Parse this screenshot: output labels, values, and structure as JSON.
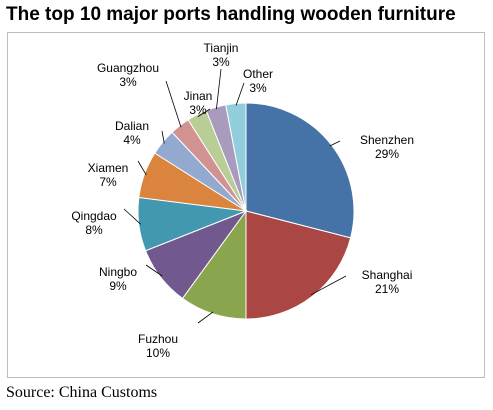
{
  "chart_data": {
    "type": "pie",
    "title": "The top 10 major ports handling wooden furniture",
    "unit": "%",
    "slices": [
      {
        "label": "Shenzhen",
        "value": 29,
        "value_label": "29%",
        "color": "#4572a7"
      },
      {
        "label": "Shanghai",
        "value": 21,
        "value_label": "21%",
        "color": "#aa4643"
      },
      {
        "label": "Fuzhou",
        "value": 10,
        "value_label": "10%",
        "color": "#89a54e"
      },
      {
        "label": "Ningbo",
        "value": 9,
        "value_label": "9%",
        "color": "#71588f"
      },
      {
        "label": "Qingdao",
        "value": 8,
        "value_label": "8%",
        "color": "#4198af"
      },
      {
        "label": "Xiamen",
        "value": 7,
        "value_label": "7%",
        "color": "#db843d"
      },
      {
        "label": "Dalian",
        "value": 4,
        "value_label": "4%",
        "color": "#93a9cf"
      },
      {
        "label": "Guangzhou",
        "value": 3,
        "value_label": "3%",
        "color": "#d19392"
      },
      {
        "label": "Jinan",
        "value": 3,
        "value_label": "3%",
        "color": "#b9cd96"
      },
      {
        "label": "Tianjin",
        "value": 3,
        "value_label": "3%",
        "color": "#a99bbd"
      },
      {
        "label": "Other",
        "value": 3,
        "value_label": "3%",
        "color": "#92cddc"
      }
    ],
    "legend": "none",
    "labels": "outside-with-leader-lines"
  },
  "source": "Source: China Customs"
}
